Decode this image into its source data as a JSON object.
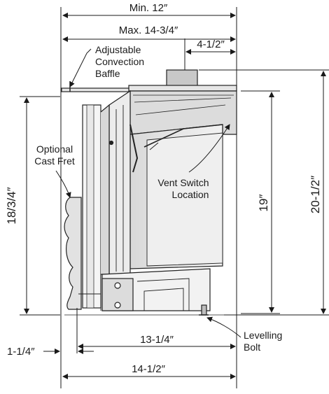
{
  "dimensions": {
    "min_width": "Min. 12″",
    "max_width": "Max. 14-3/4″",
    "flue_offset": "4-1/2″",
    "left_height": "18/3/4″",
    "mid_height": "19″",
    "right_height": "20-1/2″",
    "fret_offset": "1-1/4″",
    "depth_inner": "13-1/4″",
    "depth_total": "14-1/2″"
  },
  "callouts": {
    "baffle": [
      "Adjustable",
      "Convection",
      "Baffle"
    ],
    "fret": [
      "Optional",
      "Cast Fret"
    ],
    "vent_switch": [
      "Vent Switch",
      "Location"
    ],
    "levelling": [
      "Levelling",
      "Bolt"
    ]
  }
}
